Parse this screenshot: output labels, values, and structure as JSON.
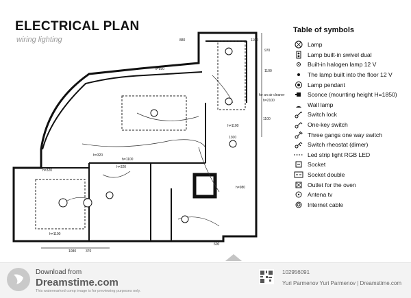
{
  "header": {
    "title": "ELECTRICAL PLAN",
    "subtitle": "wiring lighting"
  },
  "legend": {
    "title": "Table of symbols",
    "items": [
      {
        "icon": "lamp-icon",
        "label": "Lamp"
      },
      {
        "icon": "swivel-lamp-icon",
        "label": "Lamp built-in swivel dual"
      },
      {
        "icon": "halogen-lamp-icon",
        "label": "Built-in halogen lamp 12 V"
      },
      {
        "icon": "floor-lamp-icon",
        "label": "The lamp built into the floor 12 V"
      },
      {
        "icon": "pendant-lamp-icon",
        "label": "Lamp pendant"
      },
      {
        "icon": "sconce-icon",
        "label": "Sconce (mounting height H=1850)"
      },
      {
        "icon": "wall-lamp-icon",
        "label": "Wall lamp"
      },
      {
        "icon": "switch-lock-icon",
        "label": "Switch lock"
      },
      {
        "icon": "one-key-switch-icon",
        "label": "One-key switch"
      },
      {
        "icon": "three-gang-switch-icon",
        "label": "Three gangs one way switch"
      },
      {
        "icon": "dimmer-switch-icon",
        "label": "Switch rheostat (dimer)"
      },
      {
        "icon": "led-strip-icon",
        "label": "Led strip light RGB LED"
      },
      {
        "icon": "socket-icon",
        "label": "Socket"
      },
      {
        "icon": "socket-double-icon",
        "label": "Socket double"
      },
      {
        "icon": "oven-outlet-icon",
        "label": "Outlet for the oven"
      },
      {
        "icon": "antenna-icon",
        "label": "Antena tv"
      },
      {
        "icon": "internet-cable-icon",
        "label": "Internet cable"
      }
    ]
  },
  "plan": {
    "dimensions": {
      "top_a": "880",
      "top_b": "1100",
      "top_c": "970",
      "top_d": "1100",
      "right_a": "2100",
      "right_b": "1100",
      "bottom_a": "1080",
      "bottom_b": "370",
      "bottom_c": "600",
      "mid_a": "1300"
    },
    "heights": {
      "h2100": "h=2100",
      "h1100": "h=1100",
      "h320": "h=320",
      "h980": "h=980",
      "h850": "h=850"
    },
    "note": "for an air cleaner"
  },
  "footer": {
    "download_label": "Download from",
    "brand": "Dreamstime.com",
    "small_print": "This watermarked comp image is for previewing purposes only.",
    "image_id": "102956091",
    "credit": "Yuri Parmenov  Yuri Parmenov | Dreamstime.com"
  }
}
